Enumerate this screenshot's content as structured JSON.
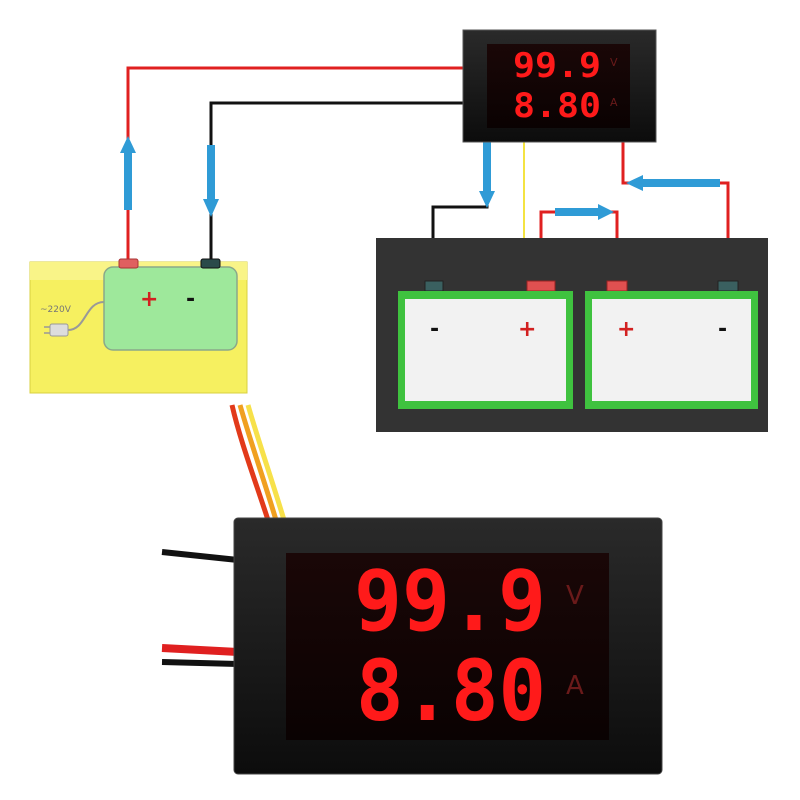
{
  "meter_small": {
    "voltage": "99.9",
    "current": "8.80",
    "voltage_unit": "V",
    "current_unit": "A"
  },
  "meter_large": {
    "voltage": "99.9",
    "current": "8.80",
    "voltage_unit": "V",
    "current_unit": "A"
  },
  "power_supply": {
    "plus": "+",
    "minus": "-",
    "ac_label": "~220V"
  },
  "battery_1": {
    "minus": "-",
    "plus": "+"
  },
  "battery_2": {
    "plus": "+",
    "minus": "-"
  },
  "colors": {
    "red_wire": "#e02020",
    "black_wire": "#111111",
    "yellow_wire": "#f4e342",
    "arrow": "#2f9bd6",
    "supply_body": "#9ee89b",
    "supply_backing": "#f6f060",
    "battery_frame": "#3fc23f",
    "battery_face": "#f2f2f2",
    "panel": "#333333",
    "led": "#ff1a1a"
  }
}
